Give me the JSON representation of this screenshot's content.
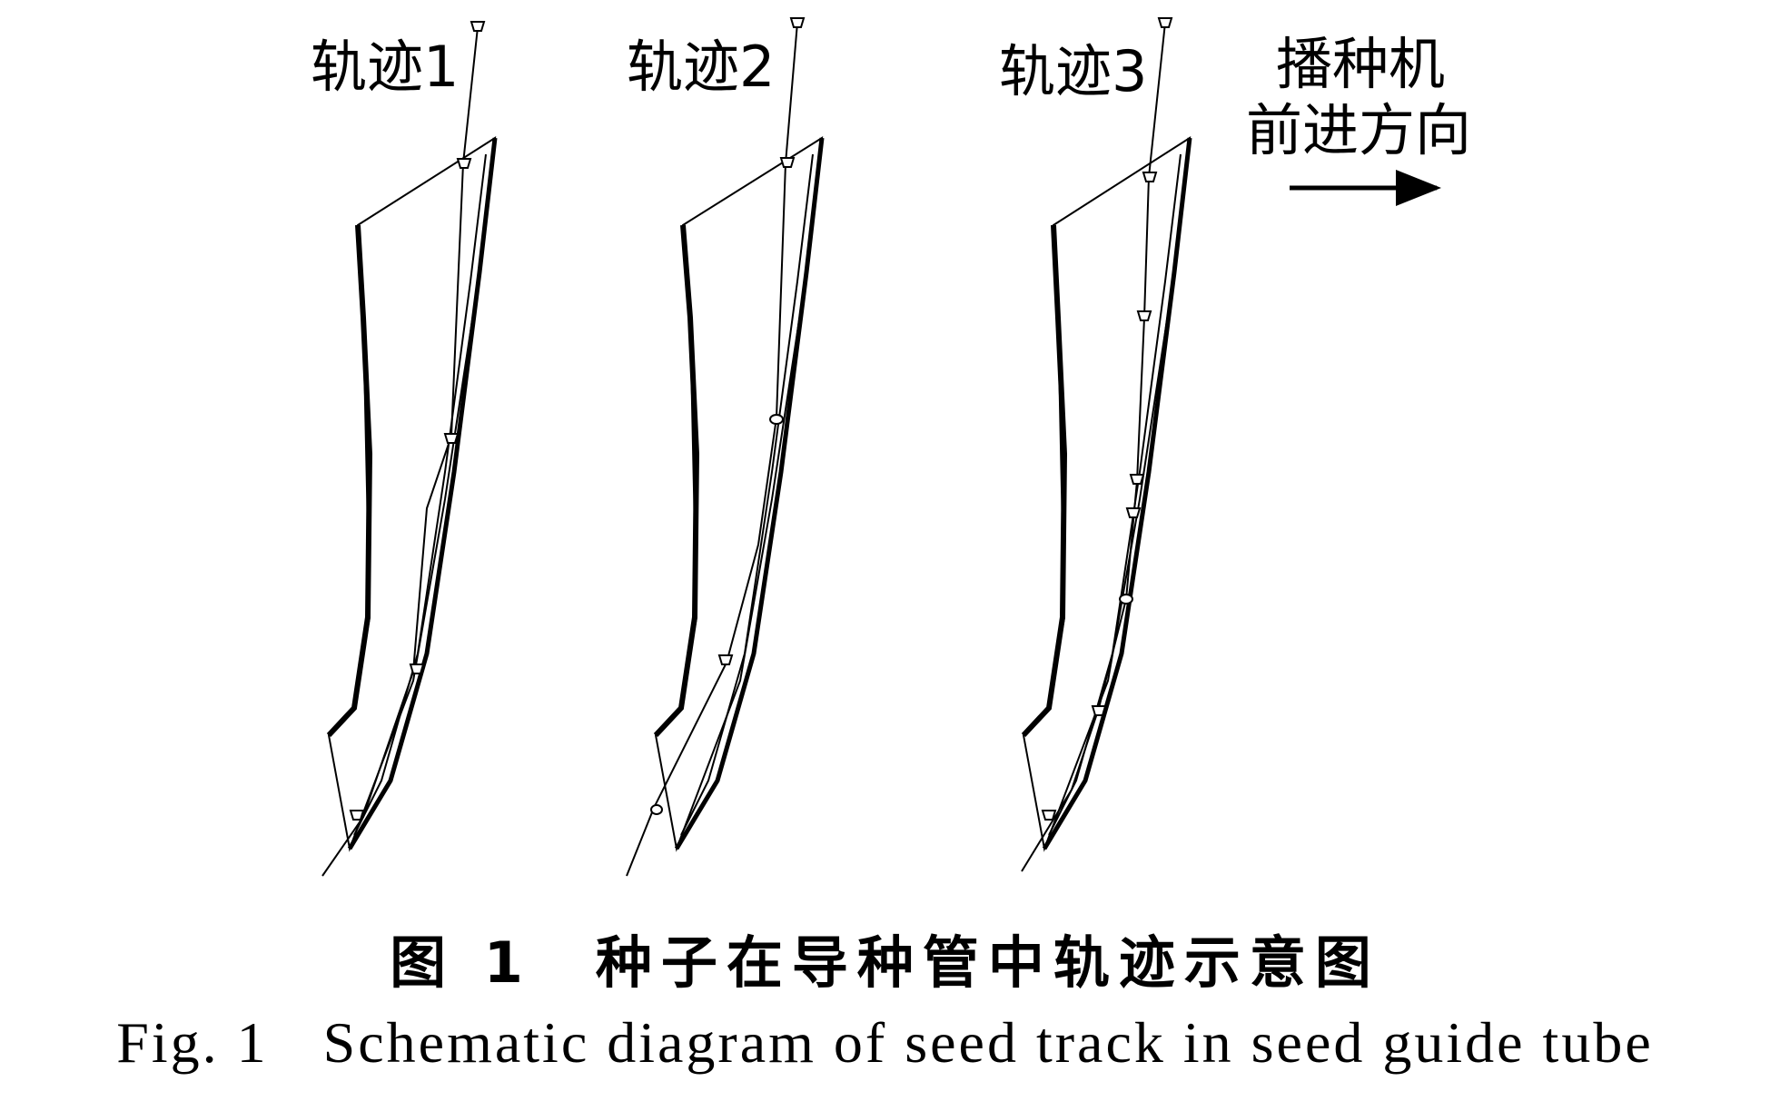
{
  "labels": {
    "track1": "轨迹1",
    "track2": "轨迹2",
    "track3": "轨迹3",
    "direction_line1": "播种机",
    "direction_line2": "前进方向"
  },
  "caption": {
    "cn_number": "图 1",
    "cn_title": "种子在导种管中轨迹示意图",
    "en_number": "Fig. 1",
    "en_title": "Schematic diagram of seed track in seed guide tube"
  },
  "colors": {
    "stroke": "#000000",
    "background": "#ffffff"
  }
}
